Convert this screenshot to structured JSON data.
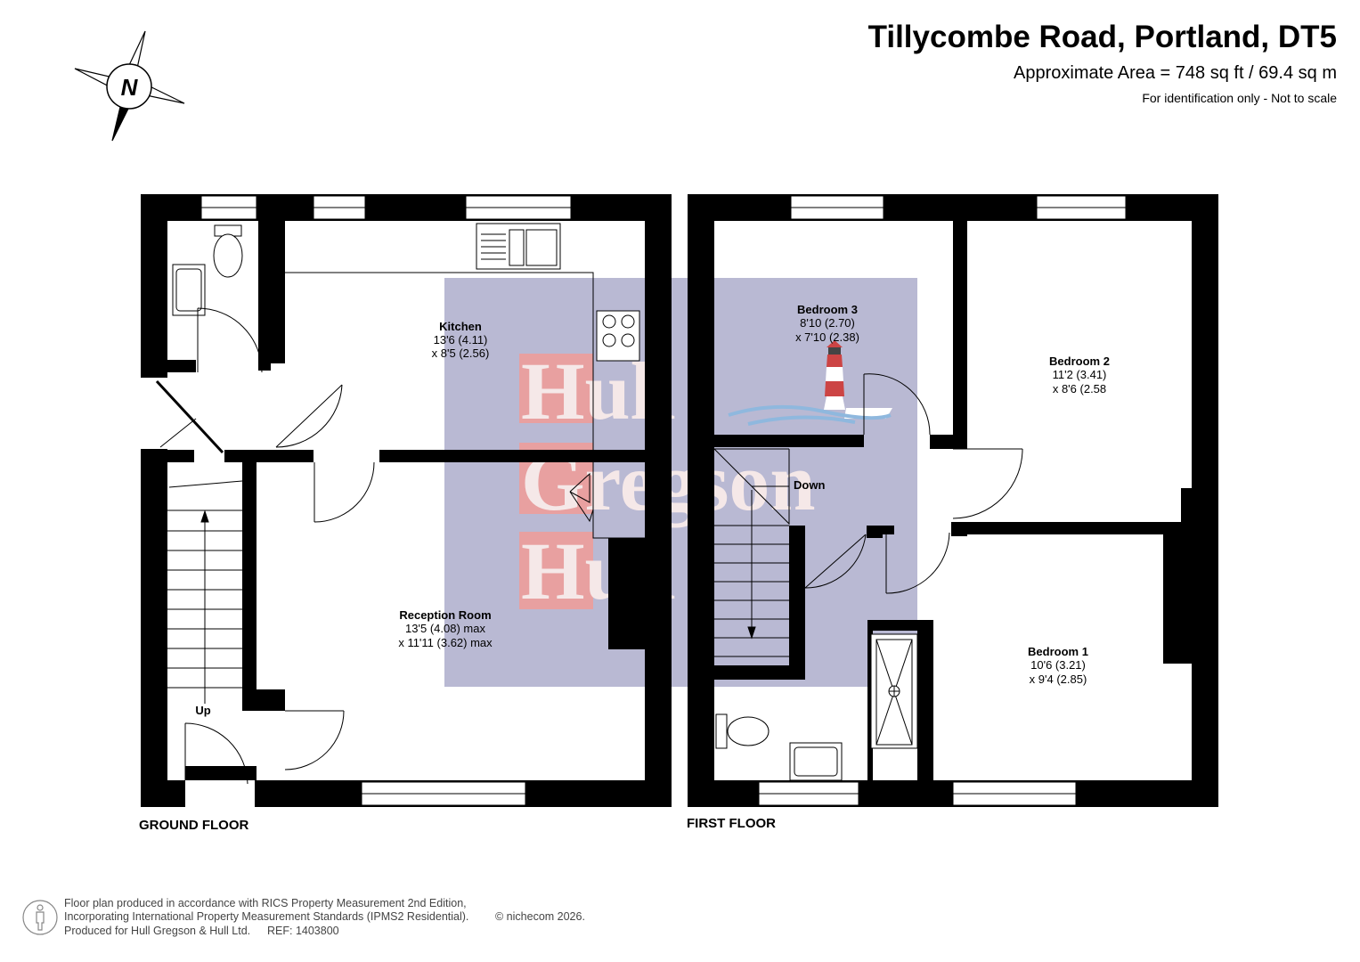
{
  "header": {
    "title": "Tillycombe Road, Portland, DT5",
    "area": "Approximate Area = 748 sq ft / 69.4 sq m",
    "disclaimer": "For identification only - Not to scale"
  },
  "compass": {
    "label": "N"
  },
  "watermark": {
    "line1": "Hull",
    "line2": "Gregson",
    "line3": "Hull"
  },
  "floors": {
    "ground": {
      "label": "GROUND FLOOR",
      "rooms": {
        "kitchen": {
          "name": "Kitchen",
          "dim1": "13'6 (4.11)",
          "dim2": "x 8'5 (2.56)"
        },
        "reception": {
          "name": "Reception Room",
          "dim1": "13'5 (4.08) max",
          "dim2": "x 11'11 (3.62) max"
        }
      },
      "stairs_label": "Up"
    },
    "first": {
      "label": "FIRST FLOOR",
      "rooms": {
        "bedroom3": {
          "name": "Bedroom 3",
          "dim1": "8'10 (2.70)",
          "dim2": "x 7'10 (2.38)"
        },
        "bedroom2": {
          "name": "Bedroom 2",
          "dim1": "11'2 (3.41)",
          "dim2": "x 8'6 (2.58"
        },
        "bedroom1": {
          "name": "Bedroom 1",
          "dim1": "10'6 (3.21)",
          "dim2": "x 9'4 (2.85)"
        }
      },
      "stairs_label": "Down"
    }
  },
  "footer": {
    "line1": "Floor plan produced in accordance with RICS Property Measurement 2nd Edition,",
    "line2": "Incorporating International Property Measurement Standards (IPMS2 Residential).",
    "copyright": "© nichecom 2026.",
    "line3": "Produced for Hull Gregson & Hull Ltd.",
    "ref": "REF:  1403800"
  },
  "colors": {
    "wall": "#000000",
    "watermark_bg": "#b9b9d3",
    "watermark_red": "#e8a0a0",
    "watermark_text": "#f5e8e8",
    "water_blue": "#8fb8de"
  }
}
